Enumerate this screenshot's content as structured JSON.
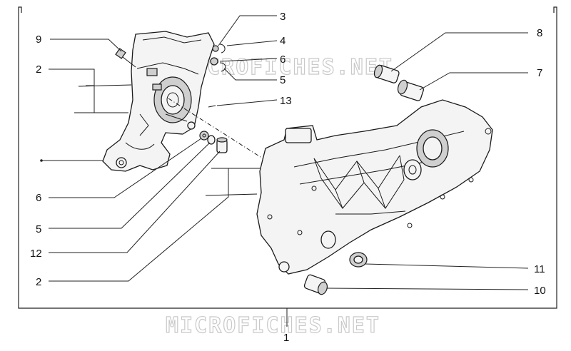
{
  "watermark_text": "MICROFICHES.NET",
  "callouts": {
    "c1": "1",
    "c2_upper": "2",
    "c2_lower": "2",
    "c3": "3",
    "c4": "4",
    "c5_upper": "5",
    "c5_lower": "5",
    "c6_upper": "6",
    "c6_lower": "6",
    "c7": "7",
    "c8": "8",
    "c9": "9",
    "c10": "10",
    "c11": "11",
    "c12": "12",
    "c13": "13"
  }
}
